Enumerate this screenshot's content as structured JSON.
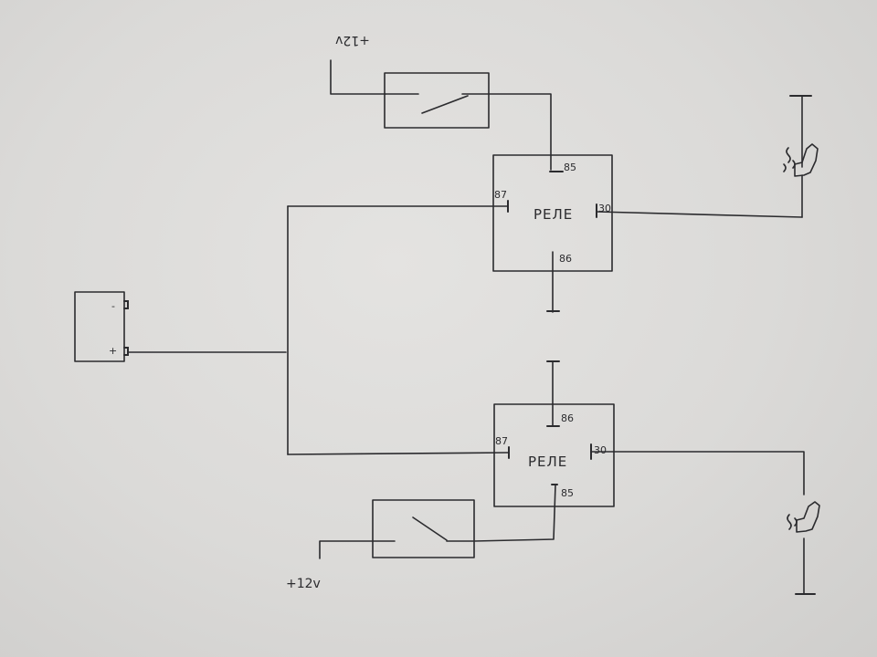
{
  "relays": {
    "top": {
      "title": "РЕЛЕ",
      "pin_85": "85",
      "pin_86": "86",
      "pin_87": "87",
      "pin_30": "30"
    },
    "bottom": {
      "title": "РЕЛЕ",
      "pin_85": "85",
      "pin_86": "86",
      "pin_87": "87",
      "pin_30": "30"
    }
  },
  "supply": {
    "top_label": "+12v",
    "bottom_label": "+12v"
  },
  "battery": {
    "minus_label": "-",
    "plus_label": "+"
  },
  "icons": {
    "seat_heater_top": "seat-heater-icon",
    "seat_heater_bottom": "seat-heater-icon",
    "switch_top": "switch-icon",
    "switch_bottom": "switch-icon",
    "battery": "battery-icon"
  }
}
